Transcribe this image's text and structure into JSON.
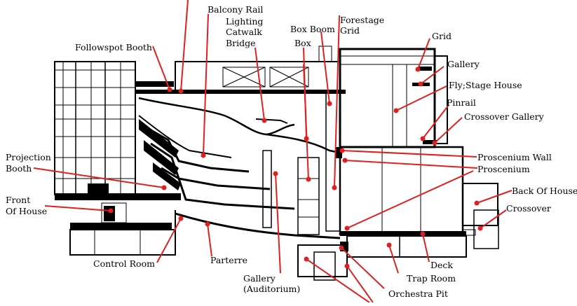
{
  "labels": {
    "balcony_rail": "Balcony Rail",
    "lighting_catwalk": [
      "Lighting",
      "Catwalk",
      "Bridge"
    ],
    "box_boom": "Box Boom",
    "box": "Box",
    "forestage_grid": [
      "Forestage",
      "Grid"
    ],
    "followspot_booth": "Followspot Booth",
    "grid": "Grid",
    "gallery": "Gallery",
    "fly_stage_house": "Fly;Stage House",
    "pinrail": "Pinrail",
    "crossover_gallery": "Crossover Gallery",
    "proscenium_wall": "Proscenium Wall",
    "proscenium": "Proscenium",
    "back_of_house": "Back Of House",
    "crossover": "Crossover",
    "projection_booth": [
      "Projection",
      "Booth"
    ],
    "front_of_house": [
      "Front",
      "Of House"
    ],
    "control_room": "Control Room",
    "parterre": "Parterre",
    "gallery_auditorium": [
      "Gallery",
      "(Auditorium)"
    ],
    "deck": "Deck",
    "trap_room": "Trap Room",
    "orchestra_pit": "Orchestra Pit"
  },
  "colors": {
    "leader": "#e02020",
    "ink": "#000000",
    "background": "#ffffff"
  }
}
